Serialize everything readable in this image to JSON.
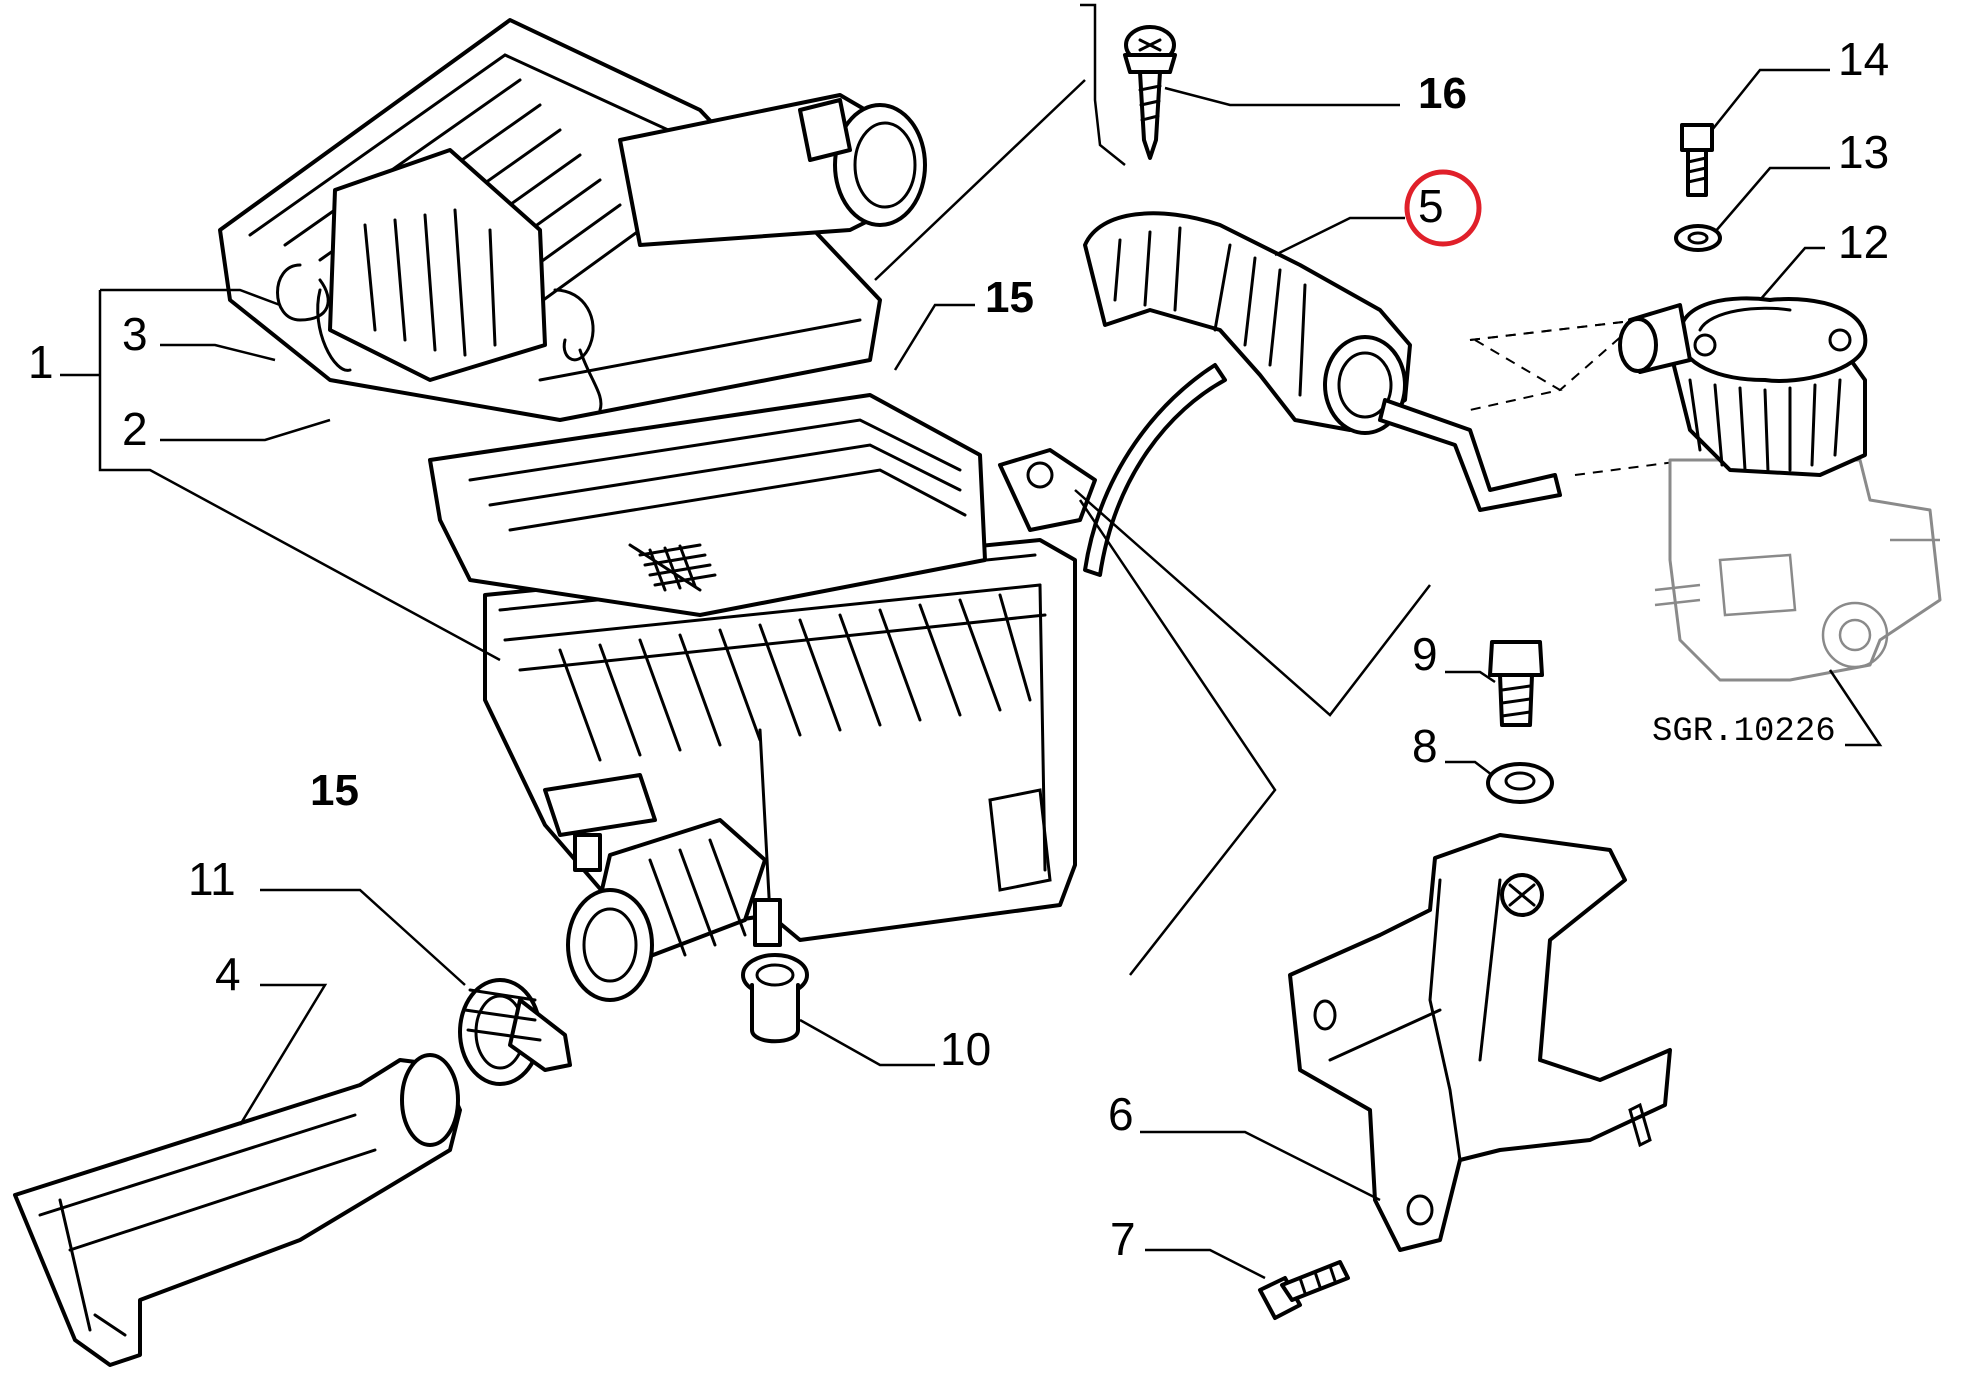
{
  "callouts": [
    {
      "id": "c1",
      "text": "1"
    },
    {
      "id": "c2",
      "text": "2"
    },
    {
      "id": "c3",
      "text": "3"
    },
    {
      "id": "c4",
      "text": "4"
    },
    {
      "id": "c5",
      "text": "5"
    },
    {
      "id": "c6",
      "text": "6"
    },
    {
      "id": "c7",
      "text": "7"
    },
    {
      "id": "c8",
      "text": "8"
    },
    {
      "id": "c9",
      "text": "9"
    },
    {
      "id": "c10",
      "text": "10"
    },
    {
      "id": "c11",
      "text": "11"
    },
    {
      "id": "c12",
      "text": "12"
    },
    {
      "id": "c13",
      "text": "13"
    },
    {
      "id": "c14",
      "text": "14"
    },
    {
      "id": "c15a",
      "text": "15"
    },
    {
      "id": "c15b",
      "text": "15"
    },
    {
      "id": "c16",
      "text": "16"
    }
  ],
  "reference_code": "SGR.10226",
  "highlighted_callout": "5",
  "colors": {
    "line": "#000000",
    "highlight": "#e0202a",
    "ghost_part": "#8a8a8a",
    "background": "#ffffff"
  }
}
